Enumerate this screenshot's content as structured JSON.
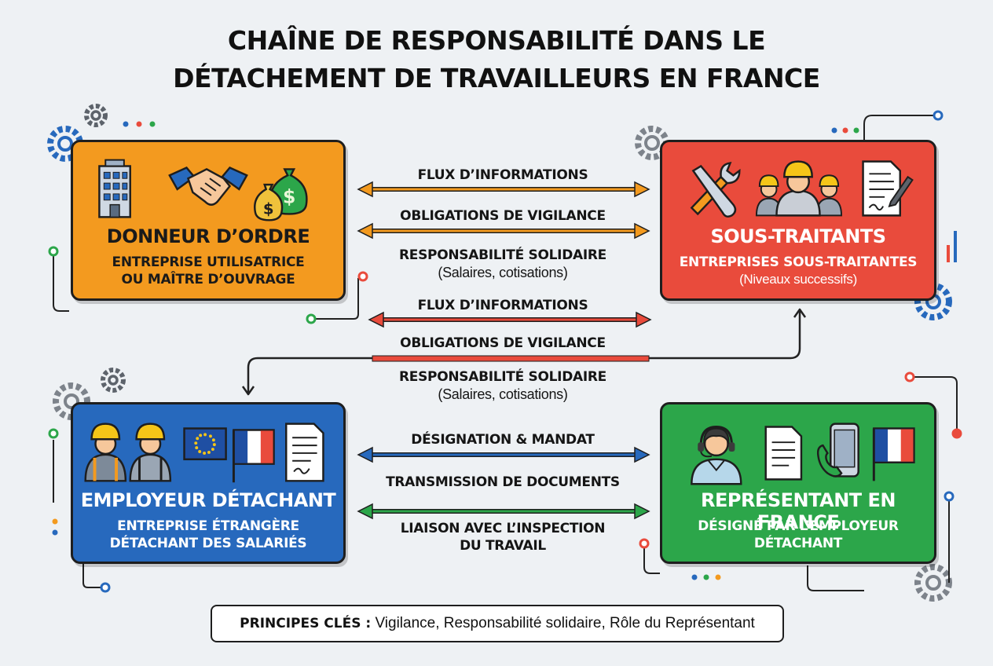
{
  "title": {
    "line1": "CHAÎNE DE RESPONSABILITÉ DANS LE",
    "line2": "DÉTACHEMENT DE TRAVAILLEURS EN FRANCE"
  },
  "boxes": {
    "donneur": {
      "name": "DONNEUR D’ORDRE",
      "sub1": "ENTREPRISE UTILISATRICE",
      "sub2": "OU MAÎTRE D’OUVRAGE",
      "icons": [
        "office-building-icon",
        "handshake-icon",
        "money-bags-icon"
      ],
      "color": "#f39a1f"
    },
    "sous": {
      "name": "SOUS-TRAITANTS",
      "sub1": "ENTREPRISES SOUS-TRAITANTES",
      "sub2": "(Niveaux successifs)",
      "icons": [
        "tools-icon",
        "workers-group-icon",
        "contract-document-icon"
      ],
      "color": "#e94b3c"
    },
    "employeur": {
      "name": "EMPLOYEUR DÉTACHANT",
      "sub1": "ENTREPRISE ÉTRANGÈRE",
      "sub2": "DÉTACHANT DES SALARIÉS",
      "icons": [
        "workers-icon",
        "eu-flag-icon",
        "french-flag-icon",
        "document-icon"
      ],
      "color": "#2769bd"
    },
    "rep": {
      "name": "REPRÉSENTANT EN FRANCE",
      "sub1": "DÉSIGNÉ PAR L’EMPLOYEUR",
      "sub2": "DÉTACHANT",
      "icons": [
        "headset-agent-icon",
        "document-icon",
        "phone-icon",
        "french-flag-icon"
      ],
      "color": "#2ca64a"
    }
  },
  "links": {
    "top": {
      "flux": "FLUX D’INFORMATIONS",
      "vigilance": "OBLIGATIONS DE VIGILANCE",
      "resp": "RESPONSABILITÉ SOLIDAIRE",
      "resp_note": "(Salaires, cotisations)",
      "color": "#f39a1f"
    },
    "middle": {
      "flux": "FLUX D’INFORMATIONS",
      "vigilance": "OBLIGATIONS DE VIGILANCE",
      "resp": "RESPONSABILITÉ SOLIDAIRE",
      "resp_note": "(Salaires, cotisations)",
      "color": "#e94b3c"
    },
    "bottom": {
      "designation": "DÉSIGNATION & MANDAT",
      "transmission": "TRANSMISSION DE DOCUMENTS",
      "liaison1": "LIAISON AVEC L’INSPECTION",
      "liaison2": "DU TRAVAIL",
      "colors": [
        "#2769bd",
        "#2ca64a"
      ]
    }
  },
  "footer": {
    "label": "PRINCIPES CLÉS :",
    "text": " Vigilance, Responsabilité solidaire, Rôle du Représentant"
  }
}
